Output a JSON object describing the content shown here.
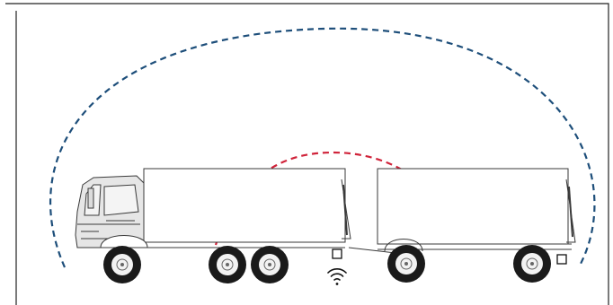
{
  "diagram": {
    "frame": {
      "line_color": "#222222"
    },
    "colors": {
      "outer_range": "#1d4e7a",
      "inner_range": "#d0233a",
      "outline": "#3a3a3a",
      "cab_fill": "#e6e6e6",
      "tire": "#1a1a1a",
      "rim": "#f2f2f2",
      "sensor": "#111111"
    },
    "components": {
      "truck": "truck-with-box-body",
      "trailer": "drawbar-trailer",
      "outer_range": "outer-coverage-arc",
      "inner_range": "inner-coverage-arc",
      "wireless": "wifi-icon"
    }
  }
}
